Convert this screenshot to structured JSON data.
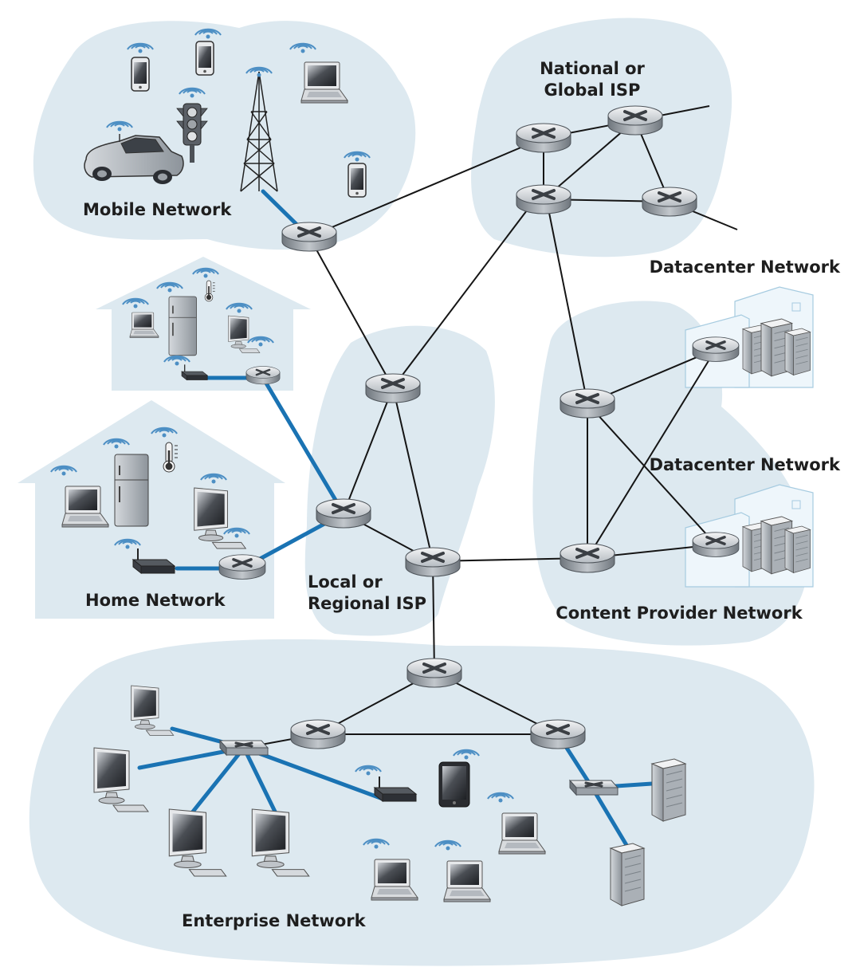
{
  "labels": {
    "mobile_network": "Mobile Network",
    "national_isp_line1": "National or",
    "national_isp_line2": "Global ISP",
    "datacenter_network_1": "Datacenter Network",
    "datacenter_network_2": "Datacenter Network",
    "content_provider_network": "Content Provider Network",
    "local_isp_line1": "Local or",
    "local_isp_line2": "Regional ISP",
    "home_network": "Home Network",
    "enterprise_network": "Enterprise Network"
  },
  "colors": {
    "cloud_fill": "#dde9f0",
    "wired_link": "#1a73b3",
    "core_link": "#151515",
    "router": "#b8bec4",
    "text": "#1e1e1e"
  },
  "icons": [
    "router-icon",
    "switch-icon",
    "cell-tower-icon",
    "smartphone-icon",
    "car-icon",
    "traffic-light-icon",
    "laptop-icon",
    "desktop-monitor-icon",
    "refrigerator-icon",
    "thermometer-icon",
    "wifi-access-point-icon",
    "server-rack-icon",
    "tablet-icon",
    "wireless-signal-icon"
  ]
}
